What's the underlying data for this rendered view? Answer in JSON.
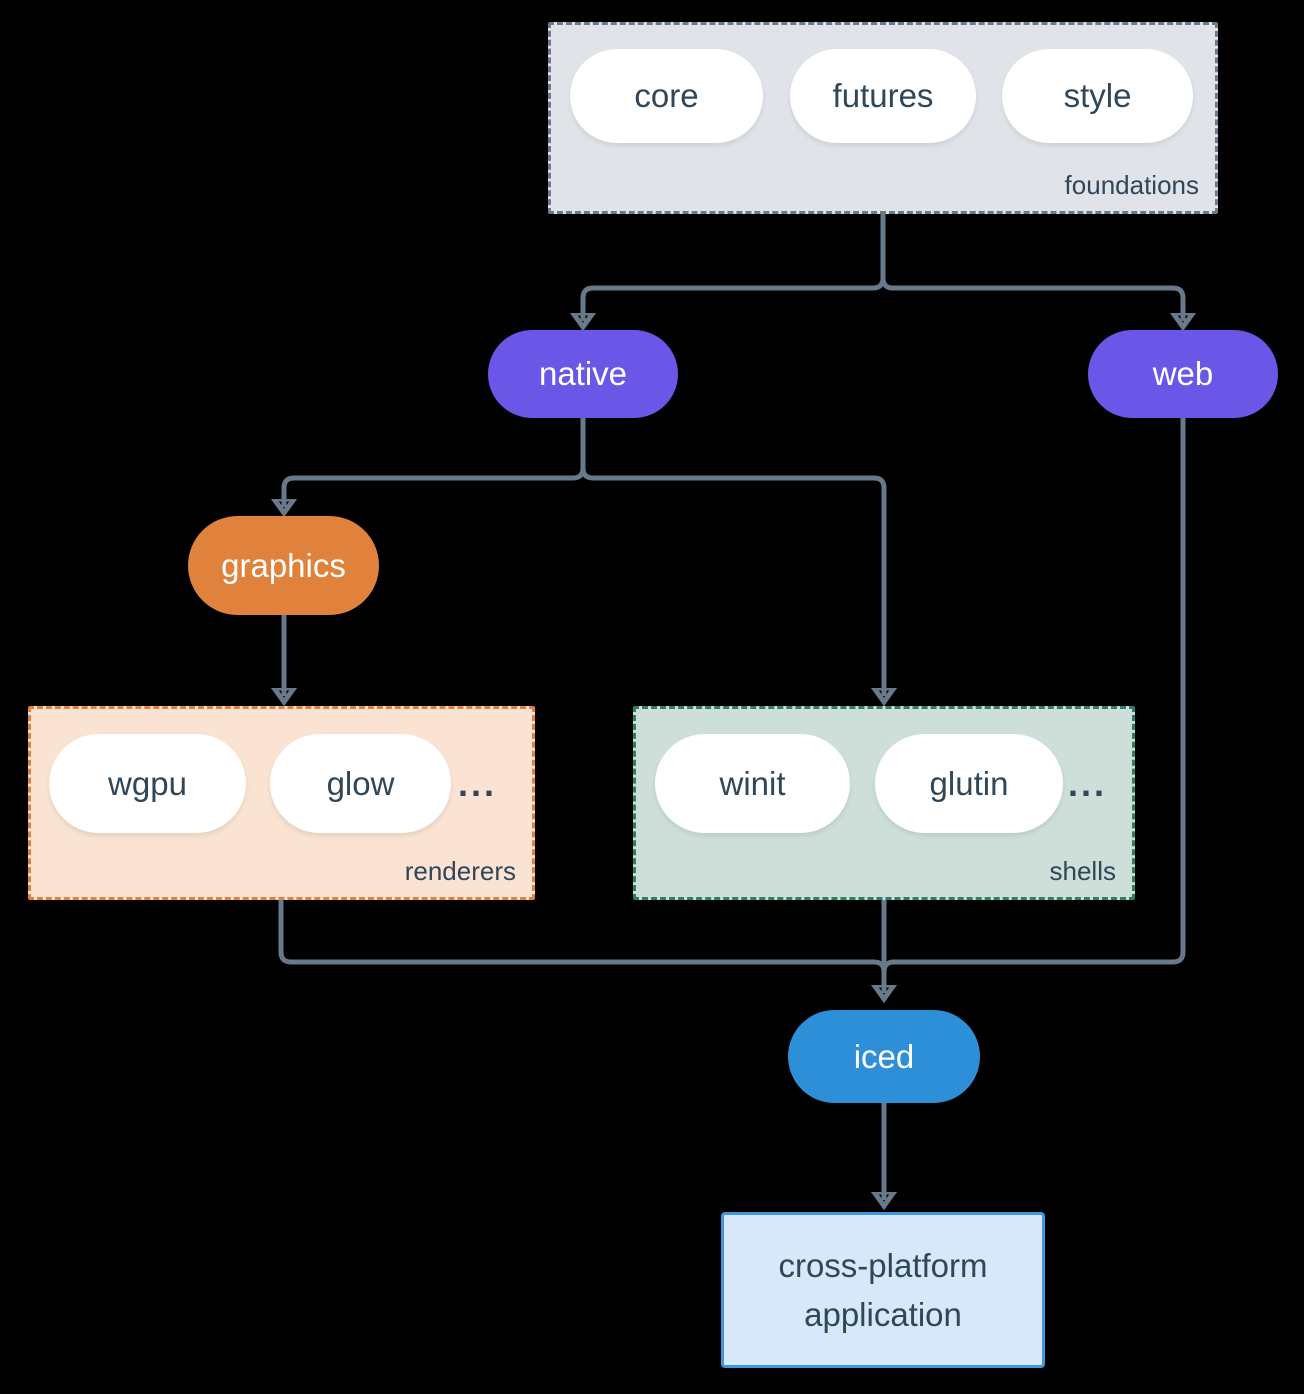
{
  "colors": {
    "background": "#000000",
    "arrow": "#68798B",
    "foundations_fill": "#E0E4E8",
    "foundations_border": "#6B7B8C",
    "renderers_fill": "#FAE3D2",
    "renderers_border": "#E0823C",
    "shells_fill": "#CDDFD8",
    "shells_border": "#2E7D6D",
    "native_fill": "#6A57E8",
    "web_fill": "#6A57E8",
    "graphics_fill": "#E0823C",
    "iced_fill": "#2E8FD9",
    "application_fill": "#D7E8F8",
    "application_border": "#3F97E0",
    "dark_text": "#304659",
    "light_text": "#FFFFFF"
  },
  "foundations": {
    "label": "foundations",
    "items": [
      "core",
      "futures",
      "style"
    ]
  },
  "native": {
    "label": "native"
  },
  "web": {
    "label": "web"
  },
  "graphics": {
    "label": "graphics"
  },
  "renderers": {
    "label": "renderers",
    "items": [
      "wgpu",
      "glow"
    ],
    "more": "..."
  },
  "shells": {
    "label": "shells",
    "items": [
      "winit",
      "glutin"
    ],
    "more": "..."
  },
  "iced": {
    "label": "iced"
  },
  "application": {
    "lines": [
      "cross-platform",
      "application"
    ]
  }
}
